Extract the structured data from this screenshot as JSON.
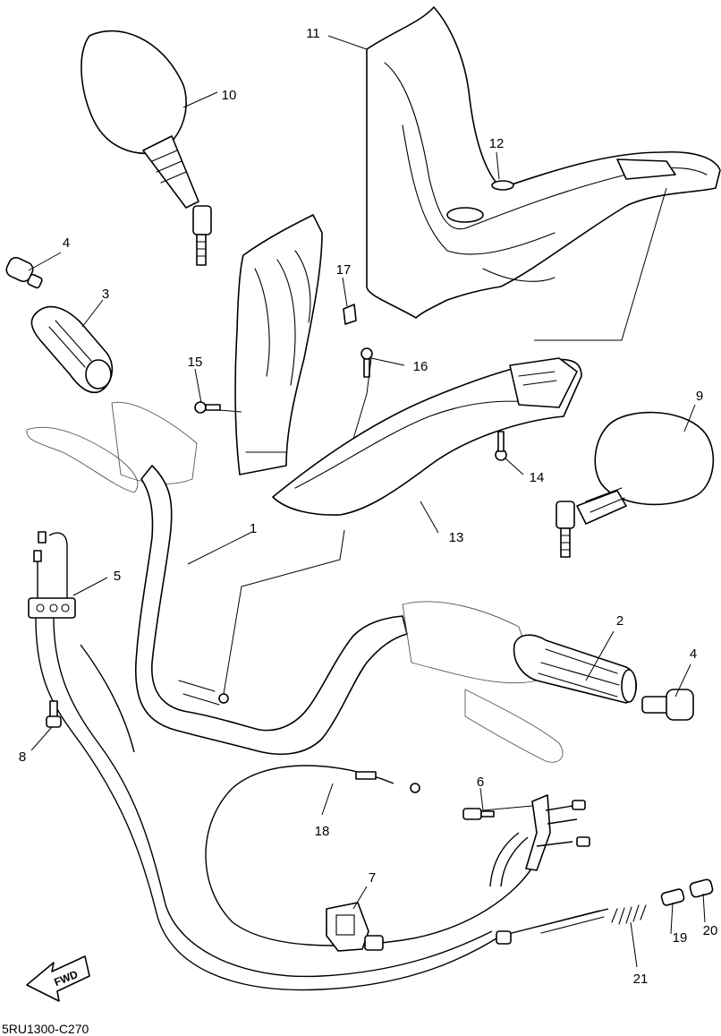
{
  "diagram": {
    "drawing_code": "5RU1300-C270",
    "direction_label": "FWD",
    "callouts": [
      "1",
      "2",
      "3",
      "4",
      "4",
      "5",
      "6",
      "7",
      "8",
      "9",
      "10",
      "11",
      "12",
      "13",
      "14",
      "15",
      "16",
      "17",
      "18",
      "19",
      "20",
      "21"
    ]
  }
}
